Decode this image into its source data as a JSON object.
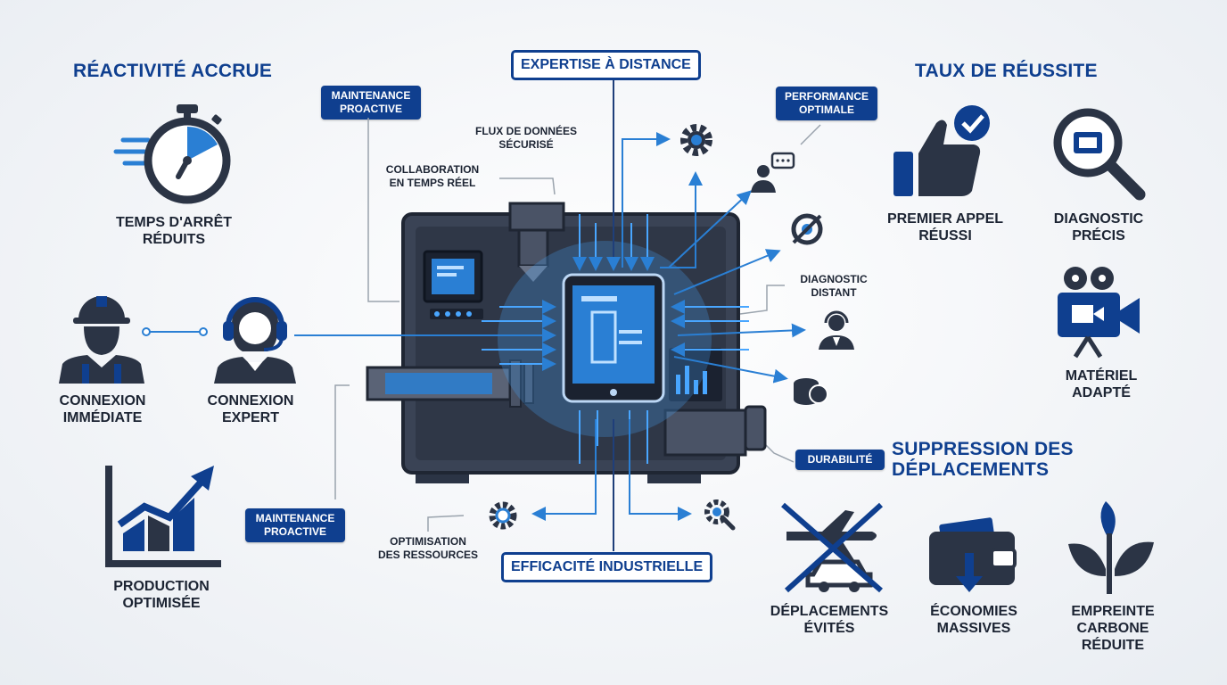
{
  "colors": {
    "navy": "#0f3f8f",
    "dark": "#2b3445",
    "accent": "#2a7fd4",
    "glow": "#49a6ff"
  },
  "center": {
    "top_box": "EXPERTISE À DISTANCE",
    "bottom_box": "EFFICACITÉ INDUSTRIELLE",
    "tag_maintenance_top": "MAINTENANCE\nPROACTIVE",
    "tag_maintenance_bottom": "MAINTENANCE\nPROACTIVE",
    "tag_performance": "PERFORMANCE\nOPTIMALE",
    "tag_durabilite": "DURABILITÉ",
    "flux": "FLUX DE DONNÉES\nSÉCURISÉ",
    "collaboration": "COLLABORATION\nEN TEMPS RÉEL",
    "diagnostic_distant": "DIAGNOSTIC\nDISTANT",
    "optimisation": "OPTIMISATION\nDES RESSOURCES"
  },
  "left": {
    "title": "RÉACTIVITÉ ACCRUE",
    "temps": "TEMPS D'ARRÊT\nRÉDUITS",
    "connexion_immediate": "CONNEXION\nIMMÉDIATE",
    "connexion_expert": "CONNEXION\nEXPERT",
    "production": "PRODUCTION\nOPTIMISÉE"
  },
  "right": {
    "title_top": "TAUX DE RÉUSSITE",
    "premier_appel": "PREMIER APPEL\nRÉUSSI",
    "diagnostic_precis": "DIAGNOSTIC\nPRÉCIS",
    "materiel": "MATÉRIEL\nADAPTÉ",
    "title_bottom": "SUPPRESSION DES\nDÉPLACEMENTS",
    "deplacements": "DÉPLACEMENTS\nÉVITÉS",
    "economies": "ÉCONOMIES\nMASSIVES",
    "empreinte": "EMPREINTE\nCARBONE\nRÉDUITE"
  },
  "icons": [
    "stopwatch-icon",
    "worker-icon",
    "headset-operator-icon",
    "growth-chart-icon",
    "thumbs-up-icon",
    "magnifier-icon",
    "video-camera-icon",
    "no-plane-icon",
    "wallet-icon",
    "leaf-icon",
    "gear-icon",
    "chat-user-icon",
    "crosshair-icon",
    "support-agent-icon",
    "database-icon",
    "tablet-icon",
    "machine-icon"
  ]
}
